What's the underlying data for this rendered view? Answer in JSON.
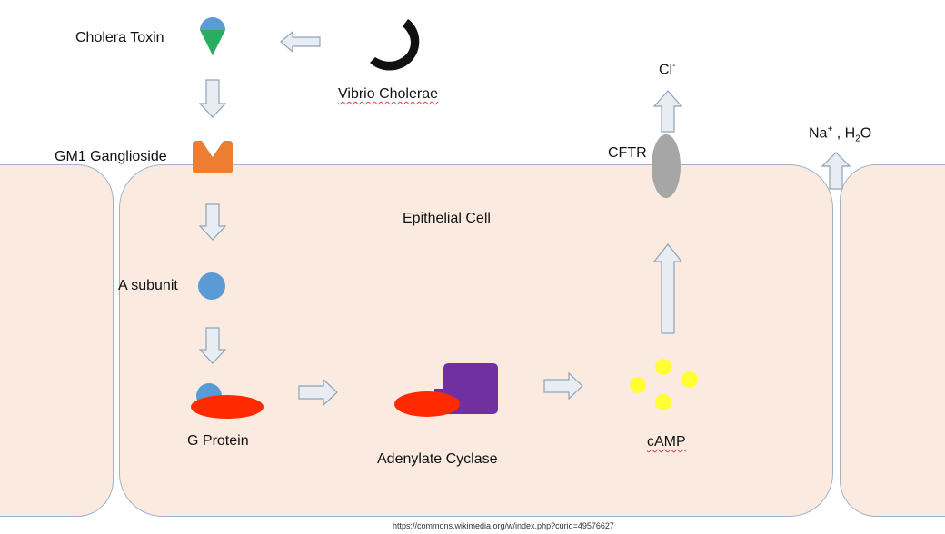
{
  "labels": {
    "cholera_toxin": "Cholera Toxin",
    "vibrio_cholerae": "Vibrio Cholerae",
    "gm1": "GM1 Ganglioside",
    "epithelial_cell": "Epithelial Cell",
    "a_subunit": "A subunit",
    "g_protein": "G Protein",
    "adenylate_cyclase": "Adenylate Cyclase",
    "camp": "cAMP",
    "cftr": "CFTR",
    "cl_base": "Cl",
    "cl_sup": "-",
    "na_base": "Na",
    "na_sup": "+",
    "na_sep": " , H",
    "h2o_sub": "2",
    "h2o_o": "O"
  },
  "source": "https://commons.wikimedia.org/w/index.php?curid=49576627",
  "colors": {
    "cell_fill": "#fbeadf",
    "cell_border": "#9db3c8",
    "toxin_blue": "#5b9bd5",
    "toxin_green": "#27ae60",
    "gm1_orange": "#ed7d31",
    "g_protein_red": "#ff2a00",
    "cyclase_purple": "#7030a0",
    "camp_yellow": "#ffff33",
    "cftr_gray": "#a6a6a6",
    "arrow_fill": "#e8edf3",
    "arrow_stroke": "#8fa3b8"
  }
}
